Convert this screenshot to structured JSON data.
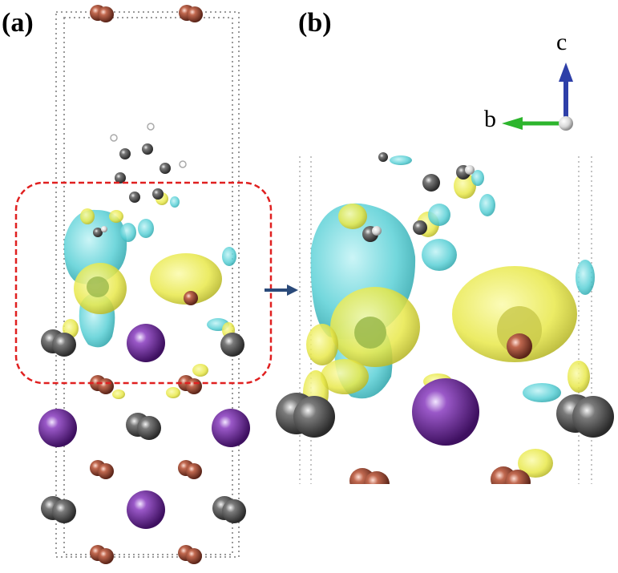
{
  "panels": {
    "a": {
      "label": "(a)"
    },
    "b": {
      "label": "(b)"
    }
  },
  "axes": {
    "c_label": "c",
    "b_label": "b",
    "c_color": "#2e3fa8",
    "b_color": "#2db52d"
  },
  "colors": {
    "isosurface_positive": "#e8e84a",
    "isosurface_negative": "#5ad0d6",
    "atom_purple": "#6a2a8e",
    "atom_gray": "#505050",
    "atom_brown": "#9a4a3a",
    "highlight_box": "#e02020",
    "arrow": "#2a4a7a"
  }
}
